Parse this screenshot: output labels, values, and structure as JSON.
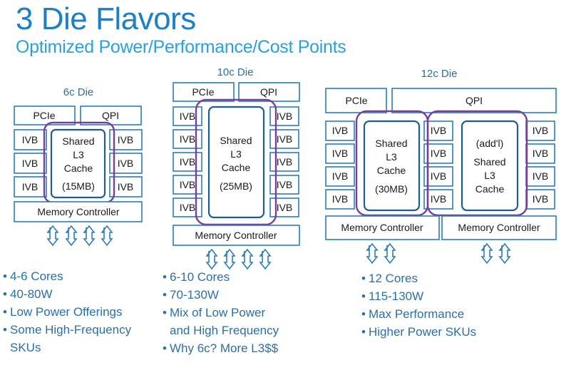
{
  "slide": {
    "title": "3 Die Flavors",
    "subtitle": "Optimized Power/Performance/Cost Points"
  },
  "dies": [
    {
      "title": "6c Die",
      "pcie": "PCIe",
      "qpi": "QPI",
      "core_label": "IVB",
      "cache_lines": [
        "Shared",
        "L3",
        "Cache",
        "(15MB)"
      ],
      "memory_controller": "Memory Controller",
      "bullets": [
        "4-6 Cores",
        "40-80W",
        "Low Power Offerings",
        "Some High-Frequency",
        "SKUs"
      ]
    },
    {
      "title": "10c Die",
      "pcie": "PCIe",
      "qpi": "QPI",
      "core_label": "IVB",
      "cache_lines": [
        "Shared",
        "L3",
        "Cache",
        "(25MB)"
      ],
      "memory_controller": "Memory Controller",
      "bullets": [
        "6-10 Cores",
        "70-130W",
        "Mix of Low Power",
        "and High Frequency",
        "Why 6c? More L3$$"
      ]
    },
    {
      "title": "12c Die",
      "pcie": "PCIe",
      "qpi": "QPI",
      "core_label": "IVB",
      "cache_lines": [
        "Shared",
        "L3",
        "Cache",
        "(30MB)"
      ],
      "cache2_lines": [
        "(add'l)",
        "Shared",
        "L3",
        "Cache"
      ],
      "memory_controller": "Memory Controller",
      "bullets": [
        "12 Cores",
        "115-130W",
        "Max Performance",
        "Higher Power SKUs"
      ]
    }
  ]
}
